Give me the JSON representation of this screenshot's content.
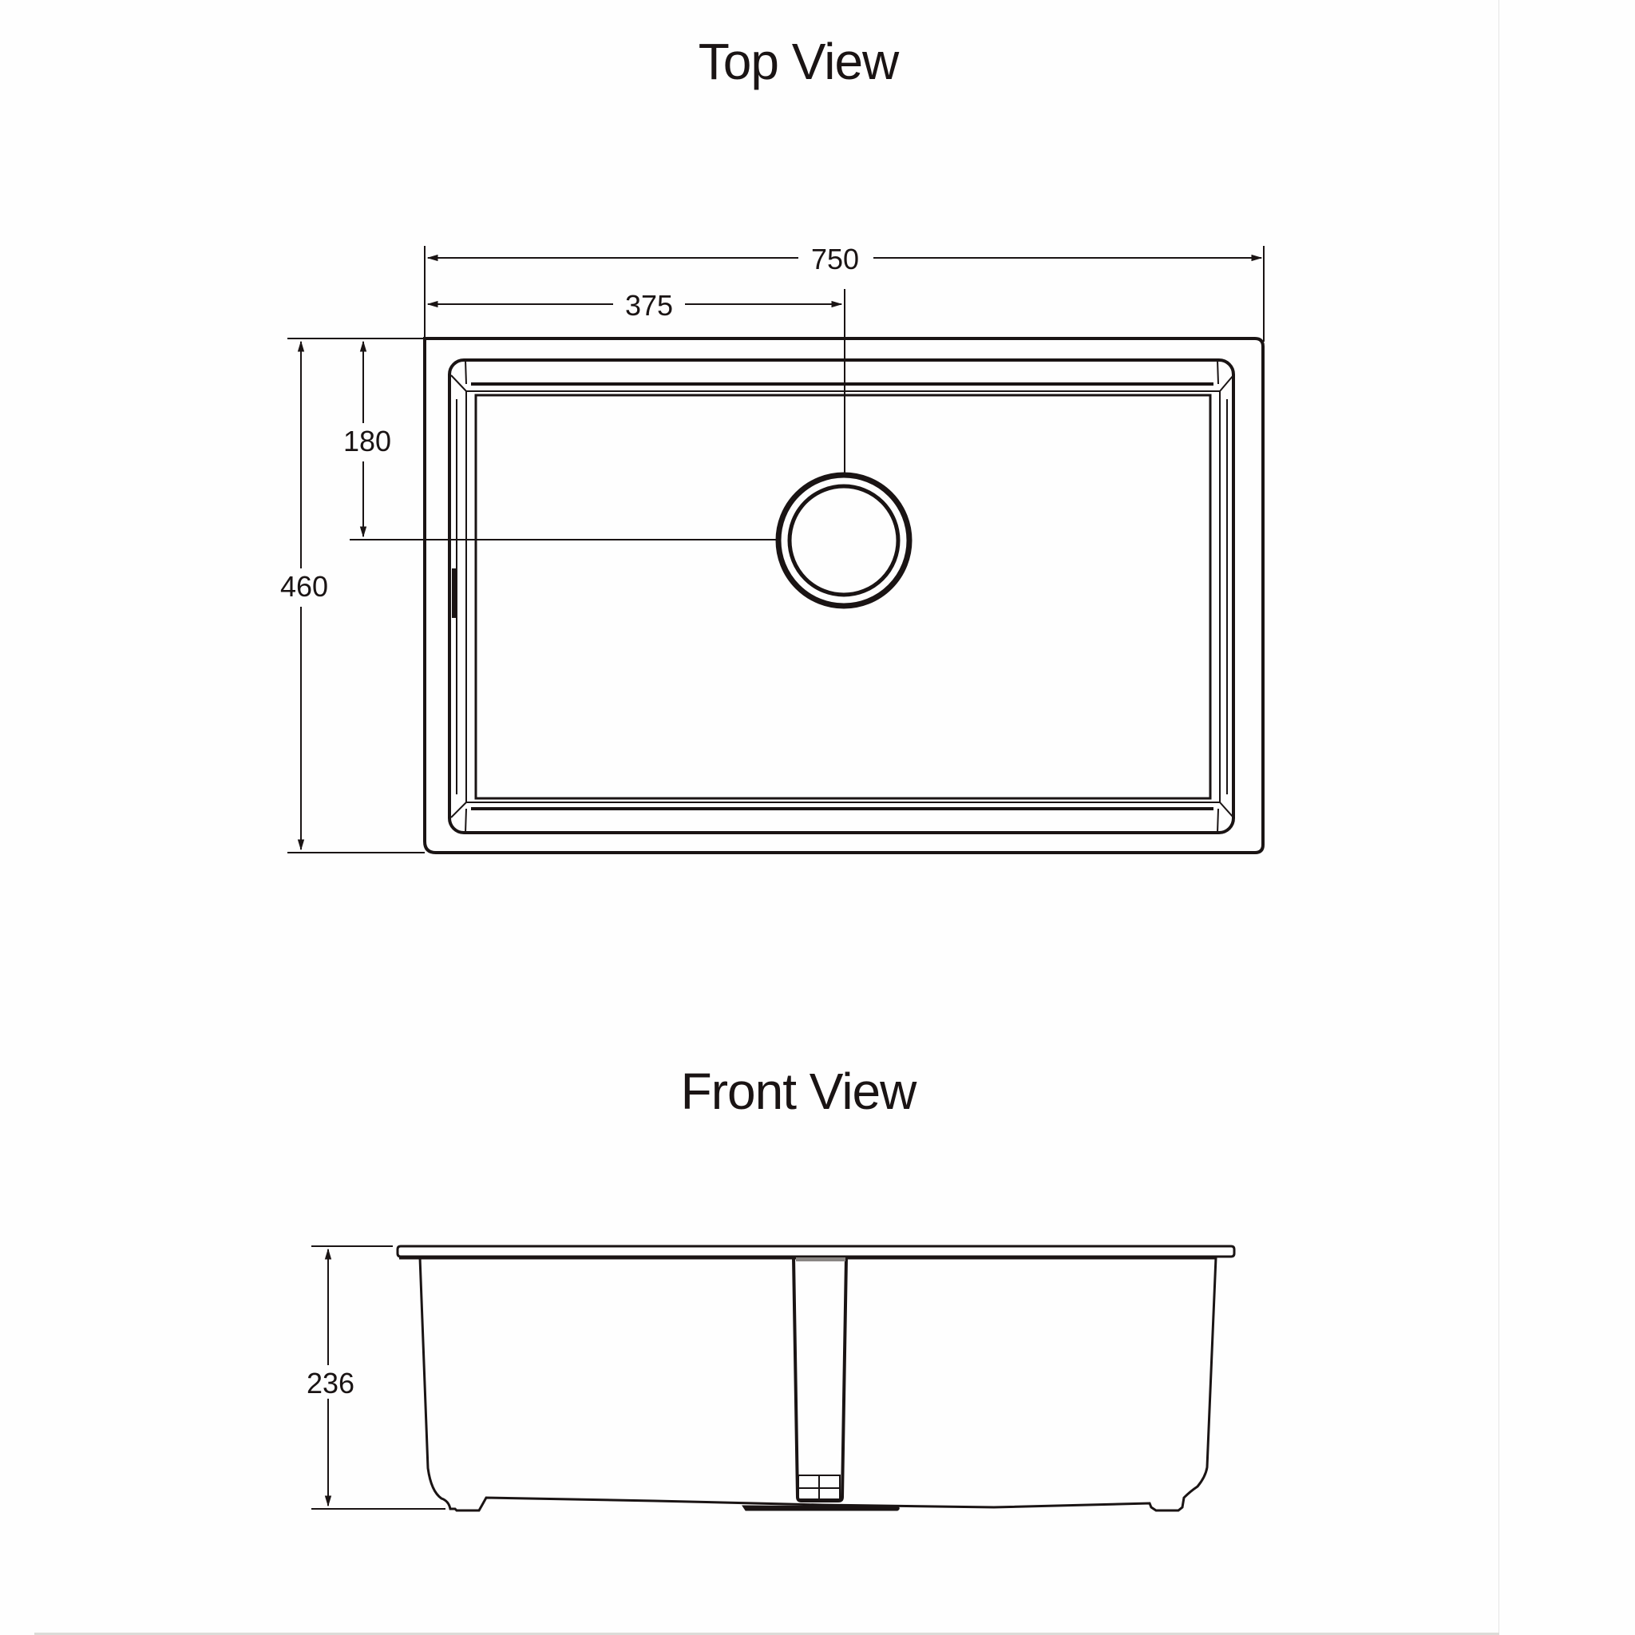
{
  "titles": {
    "top_view": "Top View",
    "front_view": "Front View"
  },
  "top_view": {
    "dimensions": {
      "overall_width": "750",
      "drain_center_from_left": "375",
      "drain_center_from_top": "180",
      "overall_depth": "460"
    },
    "features": [
      "outer-rim",
      "inner-bowl",
      "drain-hole",
      "overflow-slot"
    ]
  },
  "front_view": {
    "dimensions": {
      "overall_height": "236"
    },
    "features": [
      "top-flange",
      "bowl-body",
      "drain-pipe",
      "feet"
    ]
  },
  "colors": {
    "line": "#1a1414",
    "background": "#ffffff"
  }
}
